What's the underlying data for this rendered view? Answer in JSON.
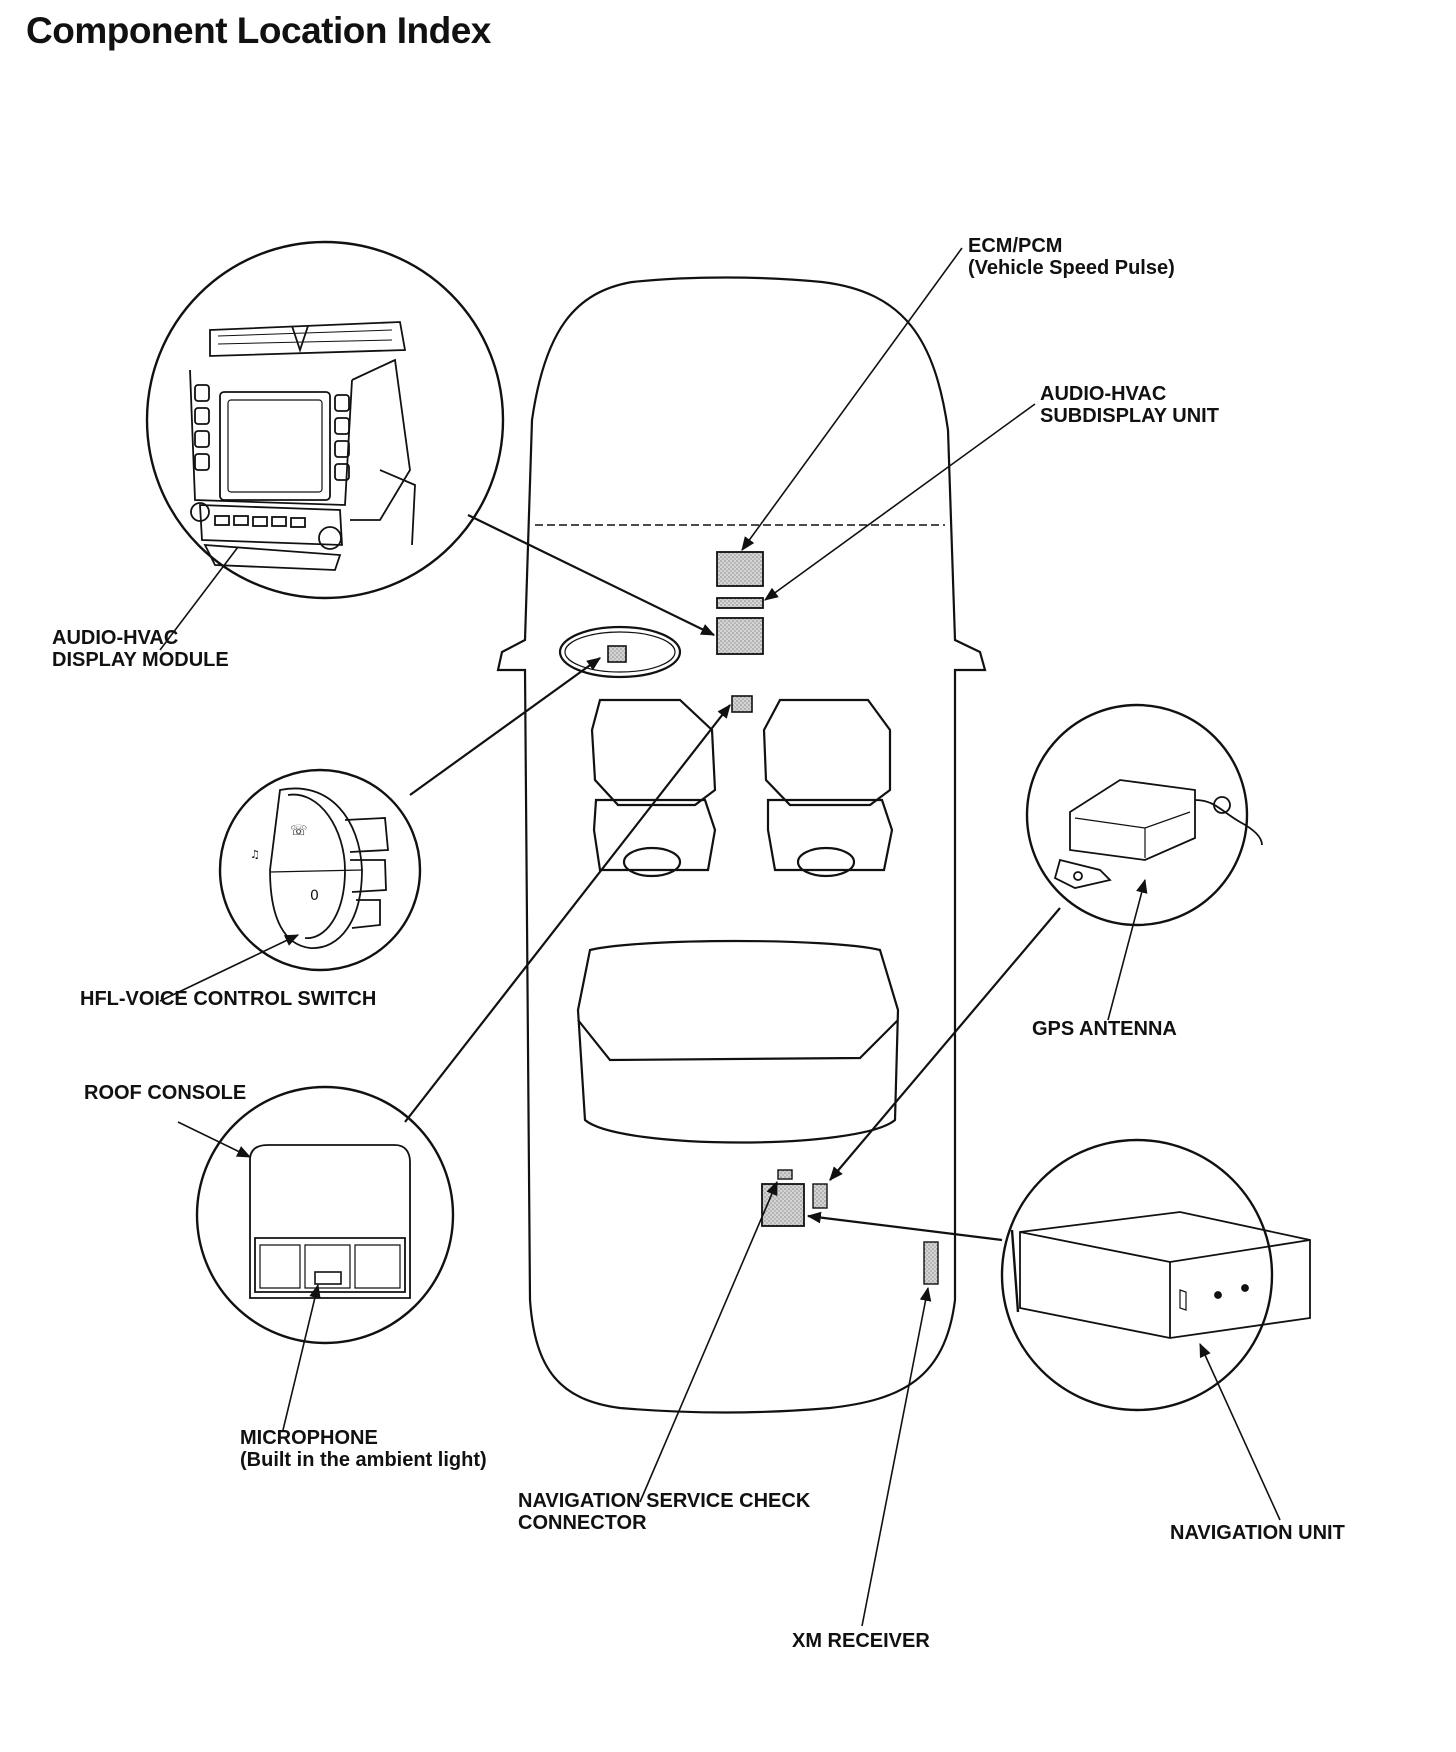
{
  "title": "Component Location Index",
  "labels": {
    "ecm_pcm": [
      "ECM/PCM",
      "(Vehicle Speed Pulse)"
    ],
    "subdisplay": [
      "AUDIO-HVAC",
      "SUBDISPLAY UNIT"
    ],
    "display_module": [
      "AUDIO-HVAC",
      "DISPLAY MODULE"
    ],
    "hfl_switch": "HFL-VOICE CONTROL SWITCH",
    "gps_antenna": "GPS ANTENNA",
    "roof_console": "ROOF CONSOLE",
    "microphone": [
      "MICROPHONE",
      "(Built  in the ambient light)"
    ],
    "nav_check": [
      "NAVIGATION SERVICE CHECK",
      "CONNECTOR"
    ],
    "nav_unit": "NAVIGATION UNIT",
    "xm_receiver": "XM RECEIVER"
  },
  "colors": {
    "ink": "#111111",
    "fill_gray": "#c8c8c8",
    "paper": "#ffffff"
  }
}
